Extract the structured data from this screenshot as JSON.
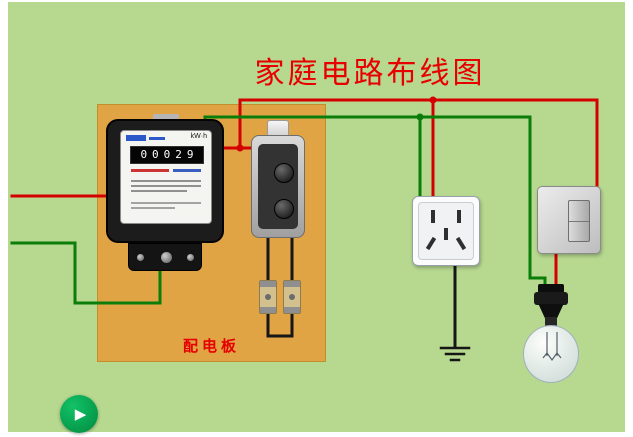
{
  "title": "家庭电路布线图",
  "board": {
    "label": "配电板"
  },
  "meter": {
    "digits": "00029",
    "unit": "kW·h"
  },
  "icons": {
    "play": "▶"
  },
  "colors": {
    "background": "#ffffff",
    "canvas_green": "#b6d88f",
    "board_orange": "#e0a444",
    "wire_live_red": "#d40000",
    "wire_neutral_green": "#0a7d0a",
    "wire_black": "#161616",
    "title_red": "#e80000",
    "play_green": "#00a651"
  }
}
